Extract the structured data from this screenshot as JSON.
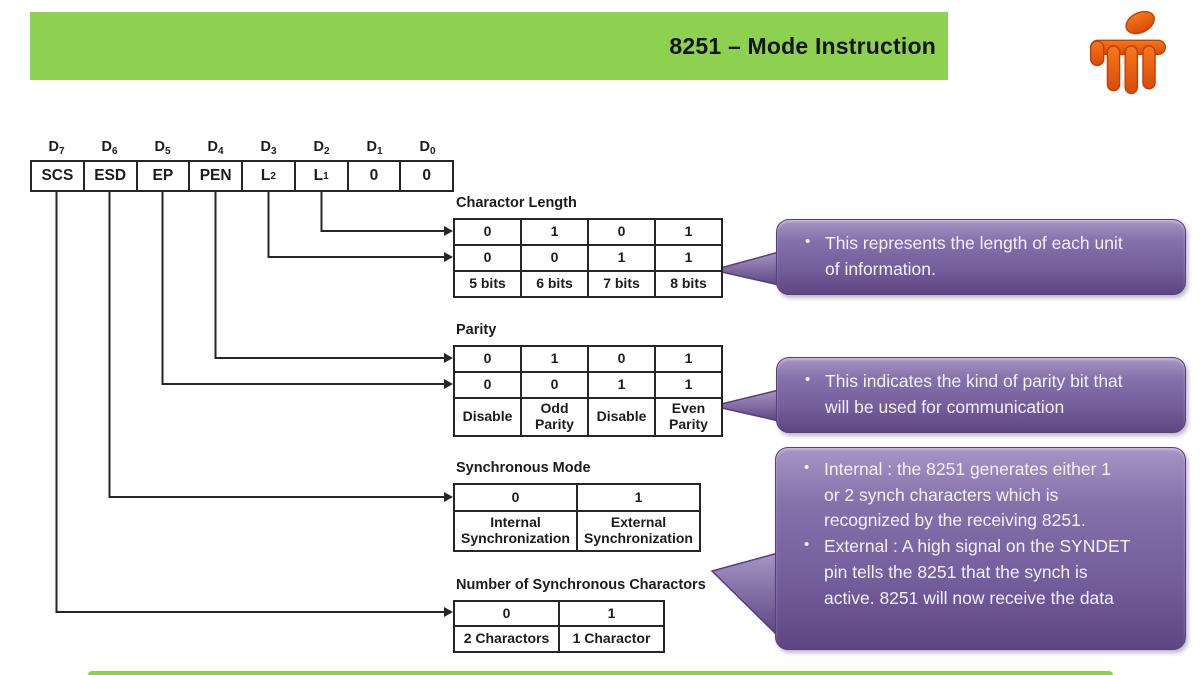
{
  "header": {
    "title": "8251 – Mode Instruction"
  },
  "logo": {
    "icon": "orange-figure-logo-icon"
  },
  "register": {
    "bit_labels": [
      {
        "b": "D",
        "s": "7"
      },
      {
        "b": "D",
        "s": "6"
      },
      {
        "b": "D",
        "s": "5"
      },
      {
        "b": "D",
        "s": "4"
      },
      {
        "b": "D",
        "s": "3"
      },
      {
        "b": "D",
        "s": "2"
      },
      {
        "b": "D",
        "s": "1"
      },
      {
        "b": "D",
        "s": "0"
      }
    ],
    "cells": [
      {
        "b": "SCS"
      },
      {
        "b": "ESD"
      },
      {
        "b": "EP"
      },
      {
        "b": "PEN"
      },
      {
        "b": "L",
        "s": "2"
      },
      {
        "b": "L",
        "s": "1"
      },
      {
        "b": "0"
      },
      {
        "b": "0"
      }
    ]
  },
  "tables": {
    "char_length": {
      "title": "Charactor Length",
      "rows": [
        [
          "0",
          "1",
          "0",
          "1"
        ],
        [
          "0",
          "0",
          "1",
          "1"
        ],
        [
          "5 bits",
          "6 bits",
          "7 bits",
          "8 bits"
        ]
      ]
    },
    "parity": {
      "title": "Parity",
      "rows": [
        [
          "0",
          "1",
          "0",
          "1"
        ],
        [
          "0",
          "0",
          "1",
          "1"
        ],
        [
          "Disable",
          "Odd\nParity",
          "Disable",
          "Even\nParity"
        ]
      ]
    },
    "sync_mode": {
      "title": "Synchronous Mode",
      "rows": [
        [
          "0",
          "1"
        ],
        [
          "Internal\nSynchronization",
          "External\nSynchronization"
        ]
      ]
    },
    "sync_chars": {
      "title": "Number of Synchronous Charactors",
      "rows": [
        [
          "0",
          "1"
        ],
        [
          "2 Charactors",
          "1 Charactor"
        ]
      ]
    }
  },
  "callouts": {
    "char_length": {
      "bullets": [
        "This represents the length of each unit of information."
      ]
    },
    "parity": {
      "bullets": [
        "This indicates the kind of parity bit that will be used for communication"
      ]
    },
    "sync": {
      "bullets": [
        "Internal : the 8251 generates either 1 or 2 synch characters which is recognized by the receiving 8251.",
        "External : A high signal on the SYNDET pin tells the 8251 that the synch is active. 8251 will now receive the data"
      ]
    }
  },
  "colors": {
    "header_green": "#8ed04f",
    "callout_purple": "#7b64a0",
    "callout_border": "#55407a",
    "logo_orange": "#e8560e",
    "diagram_line": "#262626",
    "callout_text": "#f4f0fa"
  }
}
